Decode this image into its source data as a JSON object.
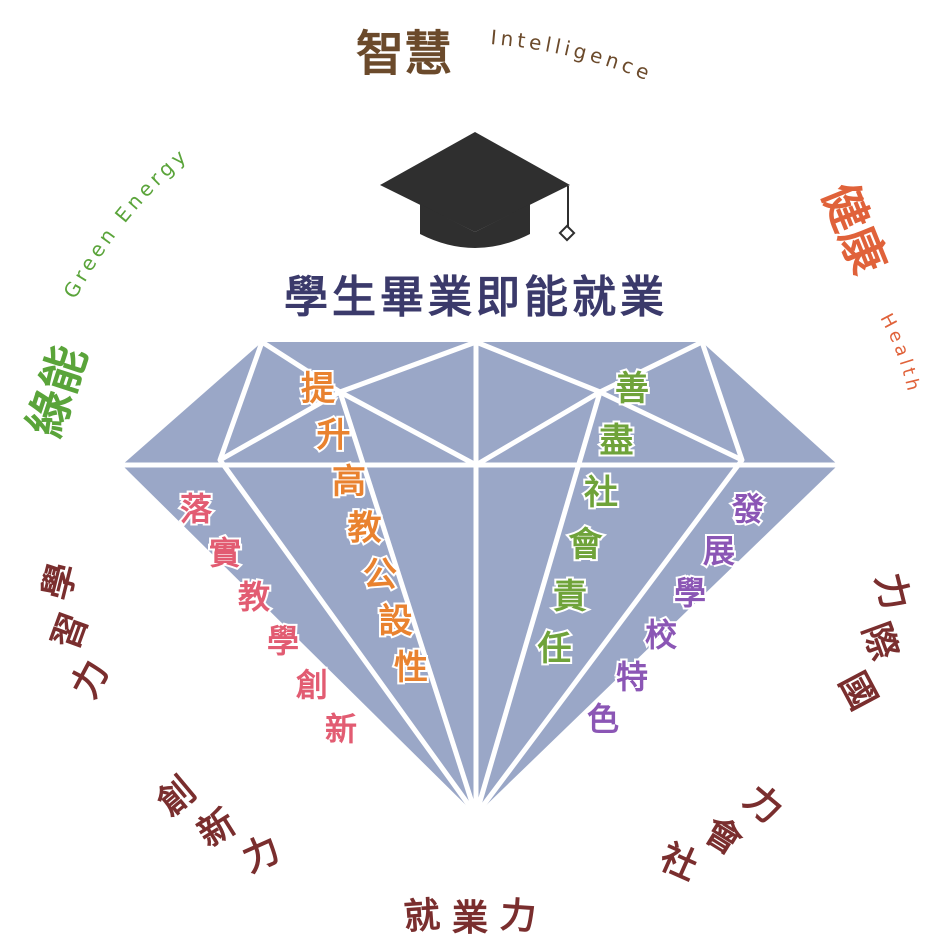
{
  "title": "學生畢業即能就業",
  "top_values": [
    {
      "cn": "智慧",
      "en": "Intelligence",
      "color": "#6b4a2b"
    },
    {
      "cn": "健康",
      "en": "Health",
      "color": "#e0623a"
    },
    {
      "cn": "綠能",
      "en": "Green Energy",
      "color": "#5aa43a"
    }
  ],
  "facets": [
    {
      "text": "提升高教公設性",
      "color": "#e9822f"
    },
    {
      "text": "善盡社會責任",
      "color": "#6fa33a"
    },
    {
      "text": "落實教學創新",
      "color": "#e25c72"
    },
    {
      "text": "發展學校特色",
      "color": "#8b56b5"
    }
  ],
  "abilities": [
    {
      "text": "學習力",
      "color": "#7a2e2e"
    },
    {
      "text": "創新力",
      "color": "#7a2e2e"
    },
    {
      "text": "就業力",
      "color": "#7a2e2e"
    },
    {
      "text": "社會力",
      "color": "#7a2e2e"
    },
    {
      "text": "國際力",
      "color": "#7a2e2e"
    }
  ],
  "colors": {
    "diamond_fill": "#9aa7c7",
    "diamond_lines": "#ffffff",
    "title_text": "#3b3a6b",
    "cap": "#2f2f2f"
  }
}
